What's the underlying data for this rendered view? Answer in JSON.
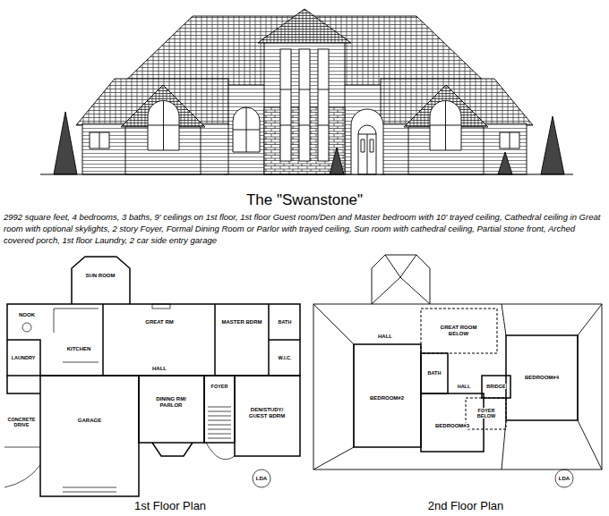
{
  "diagram": {
    "title": "The \"Swanstone\"",
    "caption": "2992 square feet, 4 bedrooms, 3 baths, 9' ceilings on 1st floor, 1st floor Guest room/Den and Master bedroom with 10' trayed ceiling, Cathedral ceiling in Great room with optional skylights, 2 story Foyer, Formal Dining Room or Parlor with trayed ceiling, Sun room with cathedral ceiling, Partial stone front, Arched covered porch, 1st floor Laundry, 2 car side entry garage",
    "labels": [
      "SUN ROOM",
      "GREAT RM",
      "KITCHEN",
      "NOOK",
      "LAUNDRY",
      "MASTER BDRM",
      "BATH",
      "W.I.C.",
      "HALL",
      "GARAGE",
      "CONCRETE DRIVE",
      "DINING RM/ PARLOR",
      "FOYER",
      "DEN/STUDY/ GUEST BDRM",
      "LDA",
      "GREAT ROOM BELOW",
      "HALL",
      "BEDROOM#2",
      "BEDROOM#3",
      "BATH",
      "HALL",
      "BRIDGE",
      "FOYER BELOW",
      "BEDROOM#4",
      "LDA",
      "1st Floor Plan",
      "2nd Floor Plan"
    ]
  }
}
